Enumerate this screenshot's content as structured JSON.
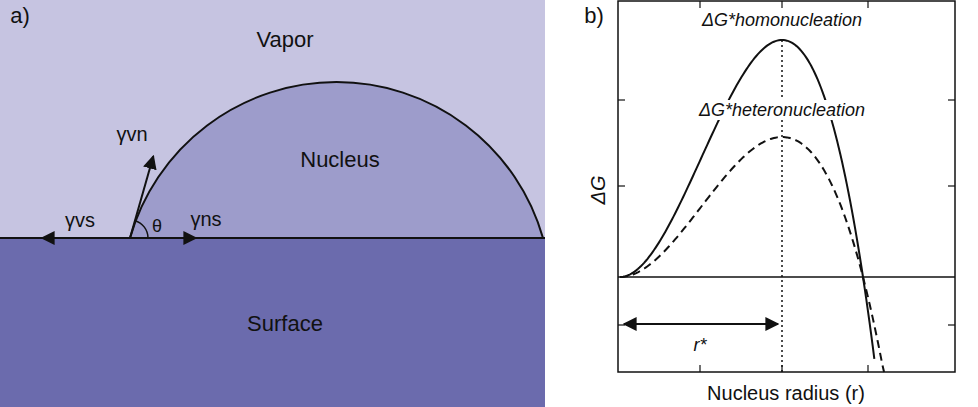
{
  "diagram": {
    "nodes": [
      {
        "text": [
          "Vapor"
        ]
      },
      {
        "text": [
          "Nucleus"
        ]
      },
      {
        "text": [
          "Surface"
        ]
      }
    ],
    "labels": [
      "a)",
      "γvn",
      "γvs",
      "θ",
      "γns",
      "b)",
      "ΔG*homonucleation",
      "ΔG*heteronucleation",
      "ΔG",
      "r*",
      "Nucleus radius (r)"
    ]
  }
}
